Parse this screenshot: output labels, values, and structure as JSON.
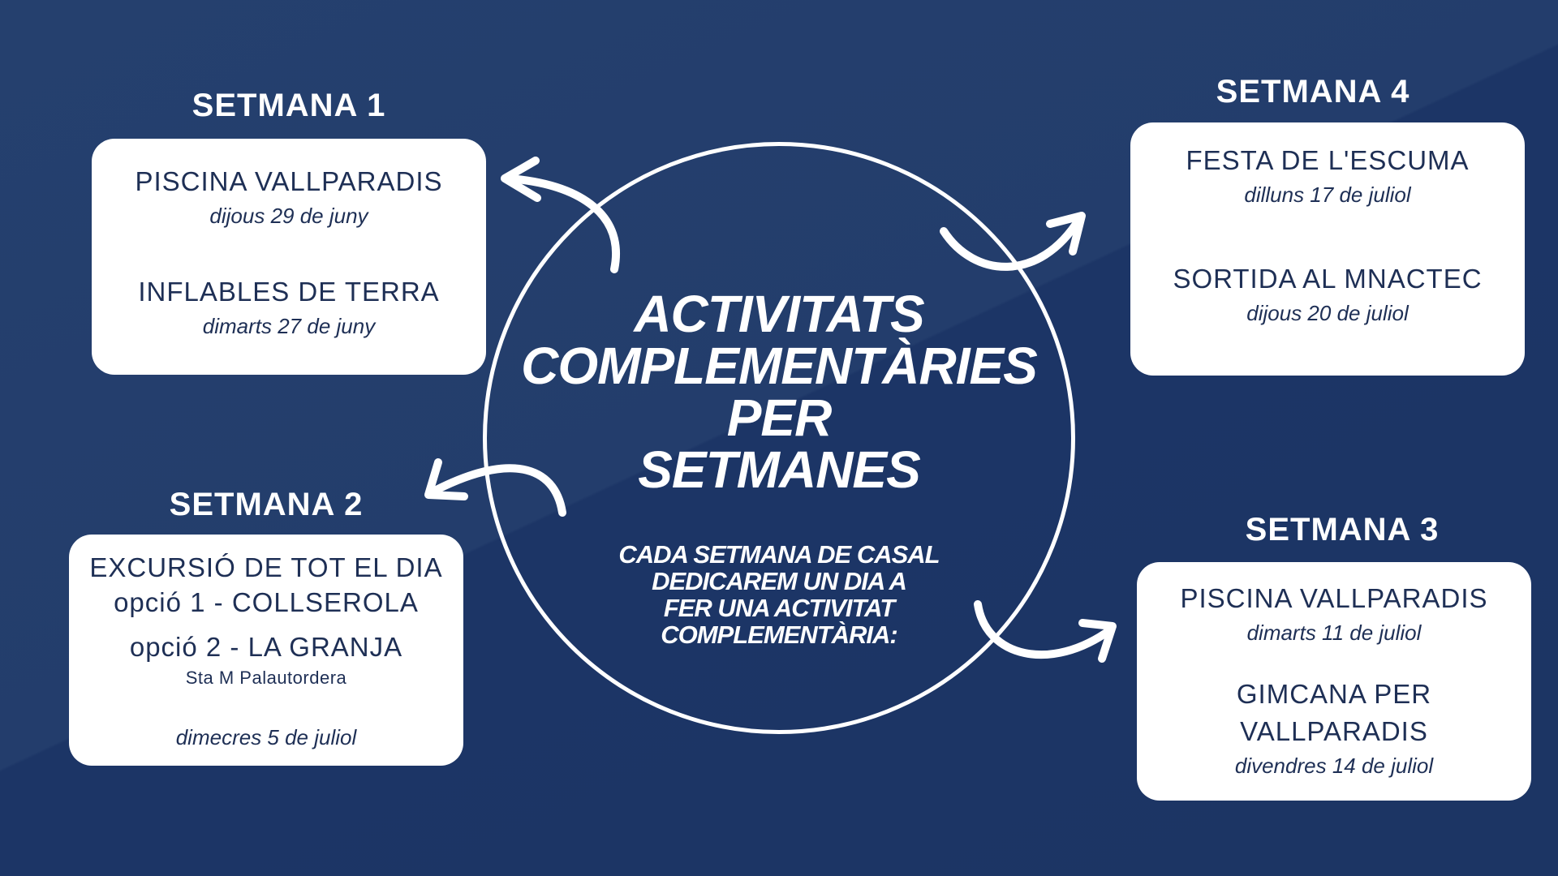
{
  "center": {
    "title_lines": [
      "ACTIVITATS",
      "COMPLEMENTÀRIES",
      "PER",
      "SETMANES"
    ],
    "subtitle_lines": [
      "CADA SETMANA DE CASAL",
      "DEDICAREM UN DIA A",
      "FER UNA ACTIVITAT",
      "COMPLEMENTÀRIA:"
    ]
  },
  "week1": {
    "title": "SETMANA 1",
    "activity1": "PISCINA VALLPARADIS",
    "date1": "dijous 29 de juny",
    "activity2": "INFLABLES DE TERRA",
    "date2": "dimarts 27 de juny"
  },
  "week2": {
    "title": "SETMANA 2",
    "activity": "EXCURSIÓ DE TOT EL DIA",
    "option1": "opció 1 - COLLSEROLA",
    "option2": "opció 2 - LA GRANJA",
    "location": "Sta M Palautordera",
    "date": "dimecres 5 de juliol"
  },
  "week3": {
    "title": "SETMANA 3",
    "activity1": "PISCINA VALLPARADIS",
    "date1": "dimarts 11 de juliol",
    "activity2_line1": "GIMCANA PER",
    "activity2_line2": "VALLPARADIS",
    "date2": "divendres 14 de juliol"
  },
  "week4": {
    "title": "SETMANA 4",
    "activity1": "FESTA DE L'ESCUMA",
    "date1": "dilluns 17 de juliol",
    "activity2": "SORTIDA AL MNACTEC",
    "date2": "dijous 20 de juliol"
  },
  "colors": {
    "background": "#1f3666",
    "card": "#ffffff",
    "card_text": "#1e2f55",
    "accent": "#ffffff"
  },
  "icons": [
    "curved-arrow-icon"
  ]
}
